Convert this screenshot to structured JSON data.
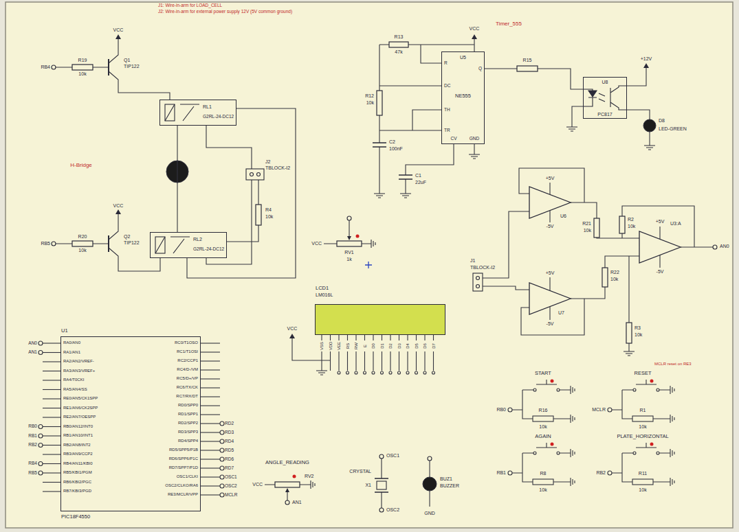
{
  "diagram": {
    "nodes": [
      {
        "text": [
          "RL1",
          "G2RL-24-DC12"
        ]
      },
      {
        "text": [
          "RL2",
          "G2RL-24-DC12"
        ]
      },
      {
        "text": [
          "U5",
          "NE555"
        ]
      },
      {
        "text": [
          "U8",
          "PC817"
        ]
      },
      {
        "text": [
          "U1",
          "PIC18F4550"
        ]
      },
      {
        "text": [
          "LCD1",
          "LM016L"
        ]
      }
    ],
    "edges": [
      {
        "from": 0,
        "to": 1,
        "arrow": "none"
      },
      {
        "from": 2,
        "to": 3,
        "label": "R15",
        "arrow": "none"
      }
    ],
    "labels": [
      "J1: Wire-in-arm for LOAD_CELL",
      "J2: Wire-in-arm for external power supply 12V (5V common ground)",
      "VCC",
      "RB4",
      "R19",
      "10k",
      "Q1",
      "TIP122",
      "H-Bridge",
      "VCC",
      "RB5",
      "R20",
      "10k",
      "Q2",
      "TIP122",
      "J2",
      "TBLOCK-I2",
      "R4",
      "10k",
      "Timer_555",
      "VCC",
      "R13",
      "47k",
      "R12",
      "10k",
      "C2",
      "100nF",
      "C1",
      "22uF",
      "R",
      "DC",
      "TH",
      "TR",
      "Q",
      "CV",
      "GND",
      "+12V",
      "D8",
      "LED-GREEN",
      "U6",
      "+5V",
      "-5V",
      "U7",
      "+5V",
      "-5V",
      "U3:A",
      "+5V",
      "-5V",
      "R21",
      "10k",
      "R2",
      "10k",
      "R22",
      "10k",
      "R3",
      "10k",
      "J1",
      "TBLOCK-I2",
      "AN0",
      "VCC",
      "RV1",
      "1k",
      "VCC",
      "VSS",
      "VDD",
      "VEE",
      "RS",
      "RW",
      "E",
      "D0",
      "D1",
      "D2",
      "D3",
      "D4",
      "D5",
      "D6",
      "D7",
      "START",
      "RB0",
      "R16",
      "10k",
      "RESET",
      "MCLR reset on RE3",
      "MCLR",
      "R1",
      "10k",
      "AGAIN",
      "RB1",
      "R8",
      "10k",
      "PLATE_HORIZONTAL",
      "RB2",
      "R11",
      "10k",
      "ANGLE_READING",
      "VCC",
      "RV2",
      "AN1",
      "CRYSTAL",
      "X1",
      "OSC1",
      "OSC2",
      "BUZ1",
      "BUZZER",
      "GND",
      "RA0/AN0",
      "RA1/AN1",
      "RA2/AN2/VREF-",
      "RA3/AN3/VREF+",
      "RA4/T0CKI",
      "RA5/AN4/SS",
      "RE0/AN5/CK1SPP",
      "RE1/AN6/CK2SPP",
      "RE2/AN7/OESPP",
      "RB0/AN12/INT0",
      "RB1/AN10/INT1",
      "RB2/AN8/INT2",
      "RB3/AN9/CCP2",
      "RB4/AN11/KBI0",
      "RB5/KBI1/PGM",
      "RB6/KBI2/PGC",
      "RB7/KBI3/PGD",
      "RC0/T1OSO",
      "RC1/T1OSI",
      "RC2/CCP1",
      "RC4/D-/VM",
      "RC5/D+/VP",
      "RC6/TX/CK",
      "RC7/RX/DT",
      "RD0/SPP0",
      "RD1/SPP1",
      "RD2/SPP2",
      "RD3/SPP3",
      "RD4/SPP4",
      "RD5/SPP5/P1B",
      "RD6/SPP6/P1C",
      "RD7/SPP7/P1D",
      "OSC1/CLKI",
      "OSC2/CLKO/RA6",
      "RE3/MCLR/VPP",
      "AN0",
      "AN1",
      "RB0",
      "RB1",
      "RB2",
      "RB4",
      "RB5",
      "RD2",
      "RD3",
      "RD4",
      "RD5",
      "RD6",
      "RD7",
      "OSC1",
      "OSC2",
      "MCLR"
    ]
  }
}
